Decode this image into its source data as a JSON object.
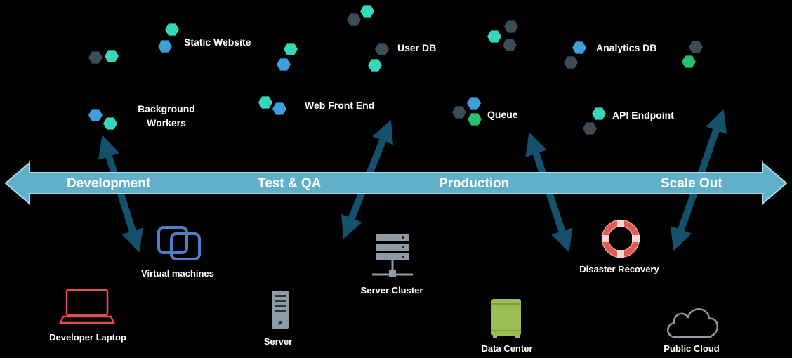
{
  "colors": {
    "background": "#000000",
    "timeline": "#5fb0c8",
    "timeline_edge": "#a9dbe9",
    "arrow": "#15506c",
    "hex_teal": "#35d9b9",
    "hex_blue": "#3e9fdc",
    "hex_gray": "#3b4d58",
    "hex_green": "#2bbf72",
    "laptop": "#e0504a",
    "vm": "#4f7fc4",
    "server": "#8e9aa4",
    "datacenter": "#9bbd55",
    "lifebuoy": "#e25a52",
    "cloud": "#8e9aa4"
  },
  "timeline": {
    "phases": [
      "Development",
      "Test & QA",
      "Production",
      "Scale Out"
    ]
  },
  "services": {
    "static_website": "Static Website",
    "user_db": "User DB",
    "analytics_db": "Analytics DB",
    "background_workers_line1": "Background",
    "background_workers_line2": "Workers",
    "web_front_end": "Web Front End",
    "queue": "Queue",
    "api_endpoint": "API Endpoint"
  },
  "infrastructure": {
    "virtual_machines": "Virtual machines",
    "developer_laptop": "Developer Laptop",
    "server": "Server",
    "server_cluster": "Server Cluster",
    "data_center": "Data Center",
    "disaster_recovery": "Disaster Recovery",
    "public_cloud": "Public Cloud"
  },
  "icons": {
    "hexagon_cluster": "hexagon-cluster-icon",
    "laptop": "laptop-icon",
    "vm": "virtual-machines-icon",
    "server": "server-tower-icon",
    "cluster": "server-cluster-icon",
    "datacenter": "data-center-icon",
    "lifebuoy": "lifebuoy-icon",
    "cloud": "cloud-icon"
  }
}
